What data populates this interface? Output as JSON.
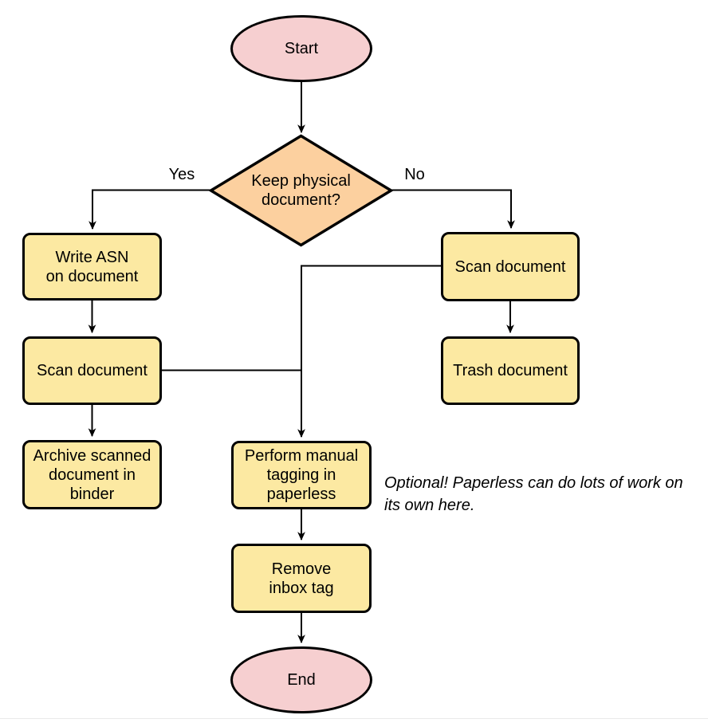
{
  "diagram": {
    "type": "flowchart",
    "background": "#ffffff",
    "nodes": {
      "start": {
        "label": "Start",
        "shape": "ellipse",
        "fill": "#f6cfd0"
      },
      "decision": {
        "label": "Keep physical\ndocument?",
        "shape": "diamond",
        "fill": "#fcd09f"
      },
      "write_asn": {
        "label": "Write ASN\non document",
        "shape": "rect",
        "fill": "#fce9a2"
      },
      "scan_left": {
        "label": "Scan document",
        "shape": "rect",
        "fill": "#fce9a2"
      },
      "archive": {
        "label": "Archive scanned\ndocument in\nbinder",
        "shape": "rect",
        "fill": "#fce9a2"
      },
      "scan_right": {
        "label": "Scan document",
        "shape": "rect",
        "fill": "#fce9a2"
      },
      "trash": {
        "label": "Trash document",
        "shape": "rect",
        "fill": "#fce9a2"
      },
      "tagging": {
        "label": "Perform manual\ntagging in\npaperless",
        "shape": "rect",
        "fill": "#fce9a2"
      },
      "remove_inbox": {
        "label": "Remove\ninbox tag",
        "shape": "rect",
        "fill": "#fce9a2"
      },
      "end": {
        "label": "End",
        "shape": "ellipse",
        "fill": "#f6cfd0"
      }
    },
    "edges": [
      {
        "from": "start",
        "to": "decision",
        "label": ""
      },
      {
        "from": "decision",
        "to": "write_asn",
        "label": "Yes"
      },
      {
        "from": "decision",
        "to": "scan_right",
        "label": "No"
      },
      {
        "from": "write_asn",
        "to": "scan_left",
        "label": ""
      },
      {
        "from": "scan_left",
        "to": "archive",
        "label": ""
      },
      {
        "from": "scan_right",
        "to": "trash",
        "label": ""
      },
      {
        "from": "scan_right",
        "to": "tagging",
        "label": ""
      },
      {
        "from": "scan_left",
        "to": "tagging",
        "label": ""
      },
      {
        "from": "tagging",
        "to": "remove_inbox",
        "label": ""
      },
      {
        "from": "remove_inbox",
        "to": "end",
        "label": ""
      }
    ],
    "annotation": "Optional! Paperless can do lots of work on\nits own here.",
    "colors": {
      "terminator_fill": "#f6cfd0",
      "decision_fill": "#fcd09f",
      "process_fill": "#fce9a2",
      "stroke": "#000000",
      "connector": "#000000",
      "bottom_divider": "#e9e9e9"
    }
  }
}
